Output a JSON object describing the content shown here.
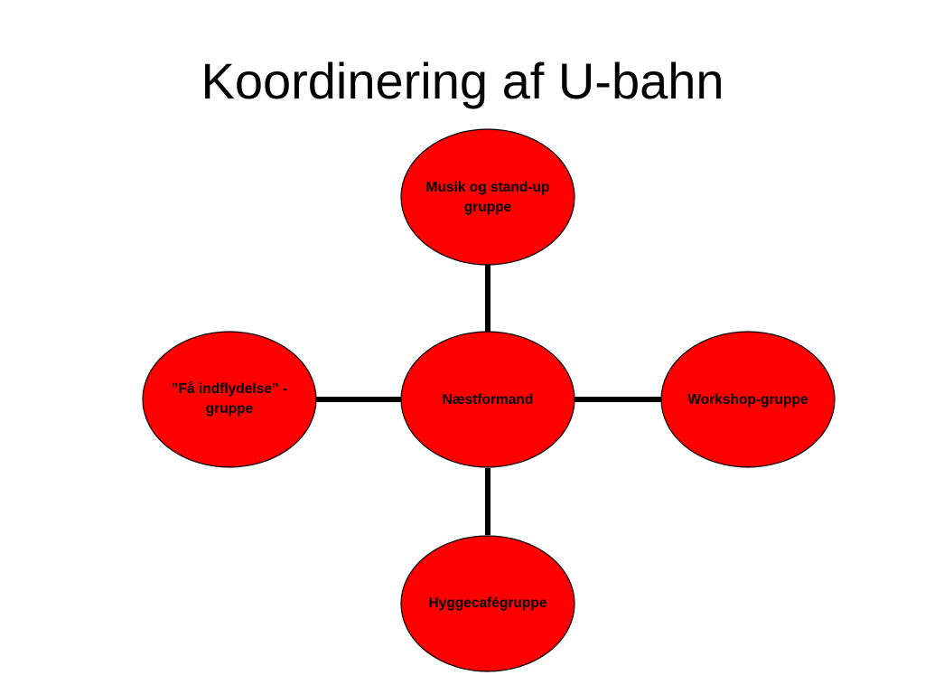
{
  "title": "Koordinering af U-bahn",
  "nodes": {
    "center": "Næstformand",
    "top": "Musik og stand-up gruppe",
    "left": "”Få indflydelse” -gruppe",
    "right": "Workshop-gruppe",
    "bottom": "Hyggecafégruppe"
  },
  "colors": {
    "node_fill": "#ff0000",
    "connector": "#000000"
  }
}
